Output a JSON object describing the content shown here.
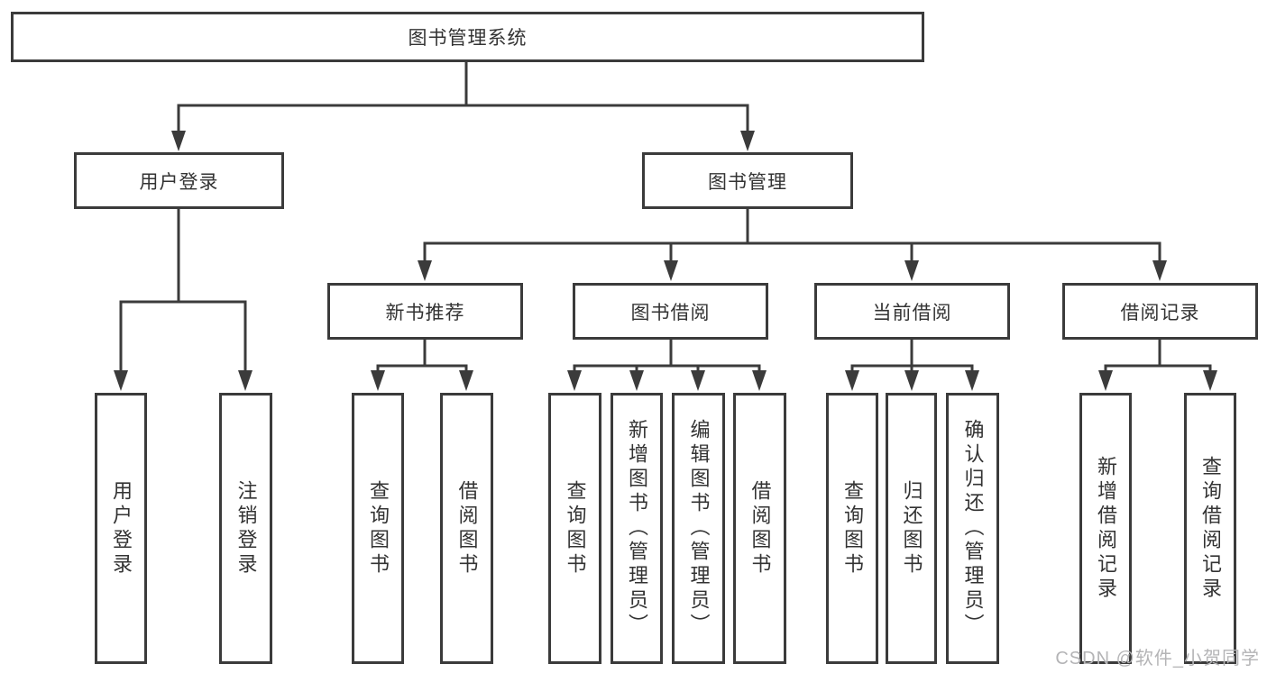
{
  "tree": {
    "root": {
      "label": "图书管理系统"
    },
    "level2": [
      {
        "label": "用户登录",
        "leaves": [
          "用户登录",
          "注销登录"
        ]
      },
      {
        "label": "图书管理",
        "children": [
          {
            "label": "新书推荐",
            "leaves": [
              "查询图书",
              "借阅图书"
            ]
          },
          {
            "label": "图书借阅",
            "leaves": [
              "查询图书",
              "新增图书（管理员）",
              "编辑图书（管理员）",
              "借阅图书"
            ]
          },
          {
            "label": "当前借阅",
            "leaves": [
              "查询图书",
              "归还图书",
              "确认归还（管理员）"
            ]
          },
          {
            "label": "借阅记录",
            "leaves": [
              "新增借阅记录",
              "查询借阅记录"
            ]
          }
        ]
      }
    ]
  },
  "watermark": {
    "text": "CSDN @软件_小贺同学"
  },
  "colors": {
    "line": "#3b3b3b",
    "box_border": "#3b3b3b",
    "box_background": "#ffffff",
    "text": "#333333",
    "watermark": "#b4b4b6",
    "background": "#ffffff"
  }
}
